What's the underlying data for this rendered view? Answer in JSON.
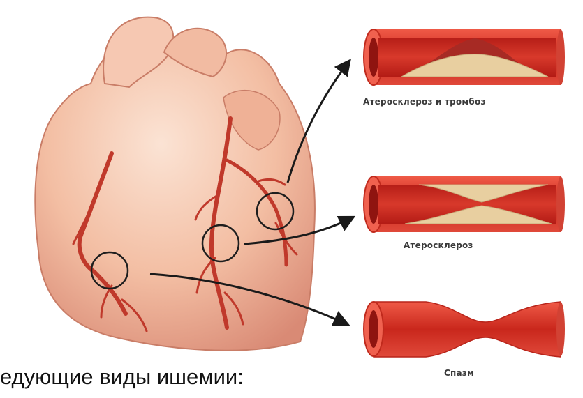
{
  "captions": {
    "atherosclerosis_thrombosis": "Атеросклероз и тромбоз",
    "atherosclerosis": "Атеросклероз",
    "spasm": "Спазм"
  },
  "slide_text": "едующие виды ишемии:",
  "colors": {
    "heart_base": "#f0b59a",
    "artery": "#c0392b",
    "vessel_wall": "#d52b1e",
    "plaque": "#e8cfa0",
    "thrombus": "#a8302a"
  }
}
